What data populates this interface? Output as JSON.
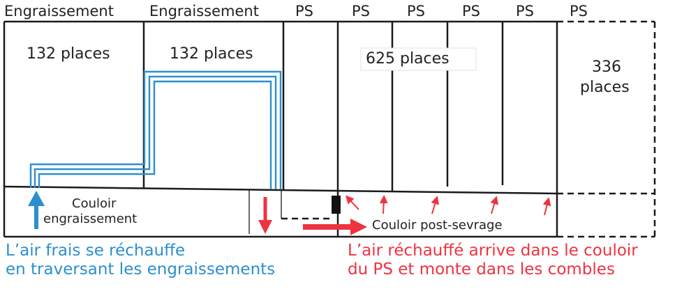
{
  "headers": [
    "Engraissement",
    "Engraissement",
    "PS",
    "PS",
    "PS",
    "PS",
    "PS",
    "PS"
  ],
  "rooms": {
    "r1": "132 places",
    "r2": "132 places",
    "r3": "625 places",
    "r4_line1": "336",
    "r4_line2": "places"
  },
  "corridors": {
    "c1_line1": "Couloir",
    "c1_line2": "engraissement",
    "c2": "Couloir post-sevrage"
  },
  "captions": {
    "blue_line1": "L’air frais se réchauffe",
    "blue_line2": "en traversant les engraissements",
    "red_line1": "L’air réchauffé arrive dans le couloir",
    "red_line2": "du PS et monte dans les combles"
  },
  "colors": {
    "blue": "#2b8fce",
    "red": "#ee3340",
    "ink": "#1a1a1a"
  }
}
